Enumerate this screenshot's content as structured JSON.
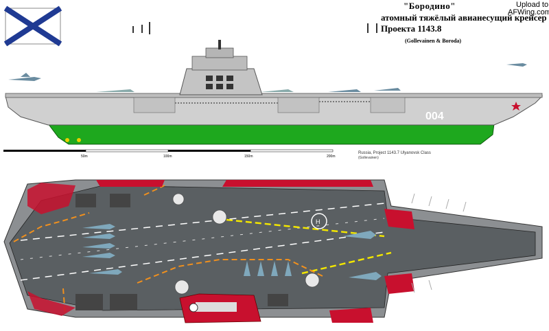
{
  "header": {
    "ship_name": "\"Бородино\"",
    "ship_class_line": "атомный тяжёлый авианесущий крейсер",
    "project_line": "Проекта 1143.8",
    "credit": "(Gollevainen & Boroda)"
  },
  "watermark": {
    "line1": "Upload to",
    "line2": "AFWing.com"
  },
  "hull": {
    "number": "004",
    "colors": {
      "hull_gray": "#d0d0d0",
      "waterline_green": "#1ea81e",
      "deck_dark": "#5a5f62",
      "deck_red": "#c8102e",
      "line_yellow": "#f2e600",
      "line_orange": "#f0901e"
    }
  },
  "scale_bar": {
    "labels": [
      "50m",
      "100m",
      "150m",
      "200m"
    ]
  },
  "caption": {
    "line1": "Russia, Project 1143.7 Ulyanovsk Class",
    "line2": "(Gollevainen)"
  },
  "flag": {
    "name": "St. Andrew's flag",
    "icon": "saltire-flag-icon",
    "color": "#1f3a93"
  }
}
